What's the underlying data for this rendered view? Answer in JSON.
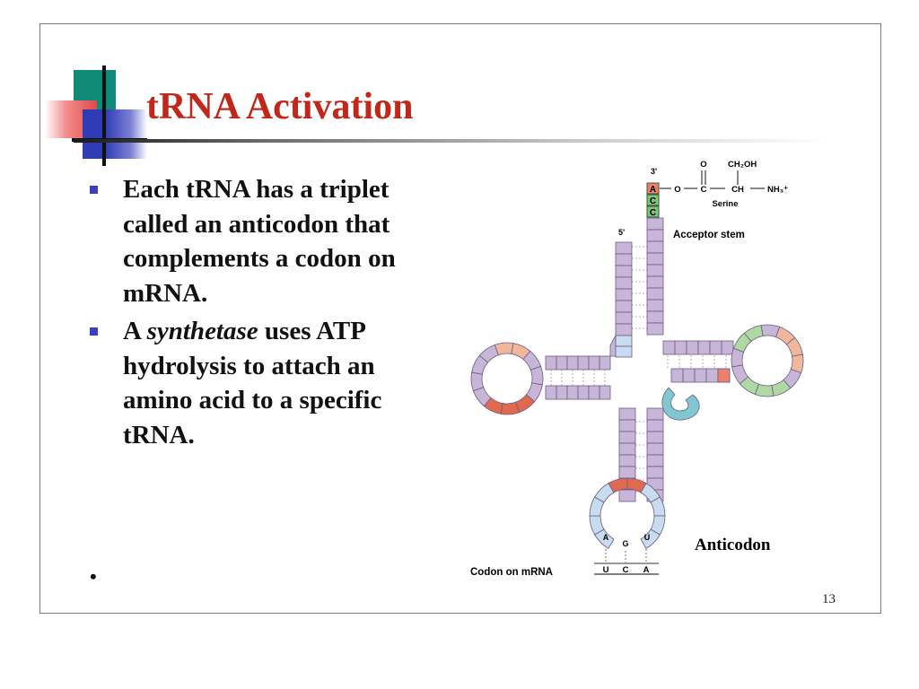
{
  "slide": {
    "title": "tRNA Activation",
    "bullets": [
      {
        "before": "Each tRNA has a triplet called an anticodon that complements a codon on mRNA.",
        "italic": "",
        "after": ""
      },
      {
        "before": "A ",
        "italic": "synthetase",
        "after": " uses ATP hydrolysis to attach an amino acid to a specific tRNA."
      }
    ],
    "trailing_marker": "•",
    "page_number": "13",
    "colors": {
      "title": "#c0281b",
      "bullet_marker": "#3c3ec2",
      "deco_teal": "#0f8a78",
      "deco_blue": "#2f3bb5",
      "deco_red": "#e34848"
    }
  },
  "diagram": {
    "three_prime": "3'",
    "five_prime": "5'",
    "acceptor_bases": [
      "A",
      "C",
      "C"
    ],
    "acceptor_stem_label": "Acceptor stem",
    "amino_acid": {
      "o": "O",
      "ch2oh": "CH₂OH",
      "o_link": "O",
      "c": "C",
      "ch": "CH",
      "nh3": "NH₃⁺",
      "name": "Serine"
    },
    "anticodon_bases": [
      "A",
      "G",
      "U"
    ],
    "anticodon_label": "Anticodon",
    "codon_label": "Codon on mRNA",
    "codon_bases": [
      "U",
      "C",
      "A"
    ],
    "colors": {
      "stem": "#c8b6d8",
      "stem_border": "#6d5b86",
      "loop_red": "#e06a50",
      "loop_salmon": "#f0b79a",
      "loop_green": "#aed9a0",
      "loop_blue": "#c7dcee",
      "loop_teal": "#7fc7d1",
      "acceptor_red": "#ee7f6c",
      "acceptor_green": "#7fc27a"
    }
  }
}
